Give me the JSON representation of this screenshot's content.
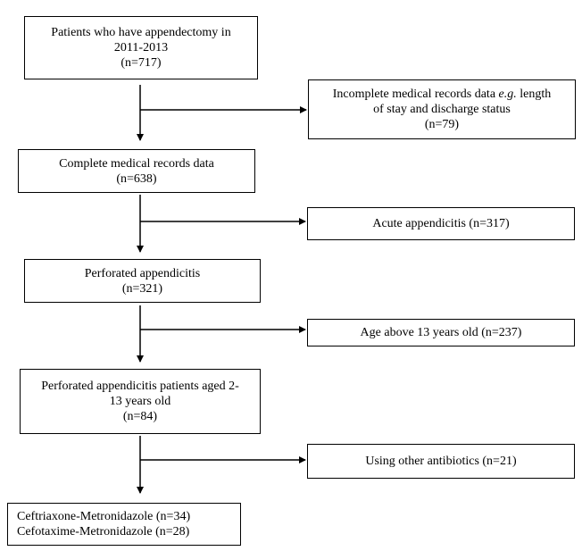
{
  "flowchart": {
    "boxes": [
      {
        "id": "b1",
        "lines": [
          "Patients who have appendectomy in",
          "2011-2013",
          "(n=717)"
        ]
      },
      {
        "id": "b2",
        "lines": [
          "Incomplete medical records data e.g. length",
          "of stay and discharge status",
          "(n=79)"
        ]
      },
      {
        "id": "b3",
        "lines": [
          "Complete medical records data",
          "(n=638)"
        ]
      },
      {
        "id": "b4",
        "lines": [
          "Acute appendicitis  (n=317)"
        ]
      },
      {
        "id": "b5",
        "lines": [
          "Perforated appendicitis",
          "(n=321)"
        ]
      },
      {
        "id": "b6",
        "lines": [
          "Age above 13 years old (n=237)"
        ]
      },
      {
        "id": "b7",
        "lines": [
          "Perforated appendicitis patients aged  2-",
          "13 years old",
          "(n=84)"
        ]
      },
      {
        "id": "b8",
        "lines": [
          "Using other antibiotics (n=21)"
        ]
      },
      {
        "id": "b9",
        "lines": [
          "Ceftriaxone-Metronidazole (n=34)",
          "Cefotaxime-Metronidazole (n=28)"
        ]
      }
    ]
  }
}
